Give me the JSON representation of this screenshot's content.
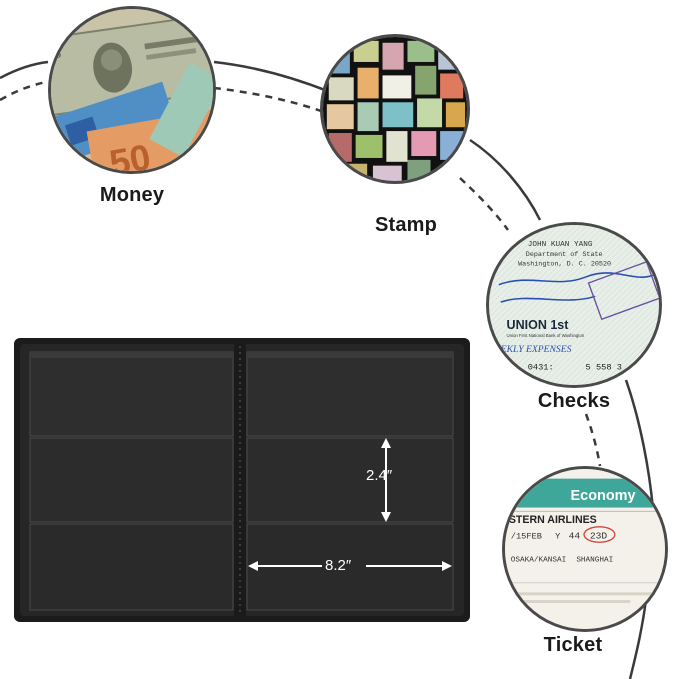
{
  "captions": {
    "money": "Money",
    "stamp": "Stamp",
    "checks": "Checks",
    "ticket": "Ticket"
  },
  "dimensions": {
    "height": "2.4″",
    "width": "8.2″"
  },
  "check": {
    "name": "JOHN KUAN YANG",
    "dept": "Department of State",
    "city": "Washington, D. C. 20520",
    "bank": "UNION 1st",
    "bank_sub": "Union First National Bank of Washington",
    "memo": "EKLY EXPENSES",
    "micr": "5 558 3",
    "micr_left": "0431:"
  },
  "ticket": {
    "class": "Economy",
    "airline": "STERN AIRLINES",
    "date": "/15FEB",
    "fare_class": "Y",
    "flight": "44",
    "seat": "23D",
    "from": "OSAKA/KANSAI",
    "to": "SHANGHAI"
  },
  "money": {
    "note": "50"
  },
  "colors": {
    "album": "#262626",
    "album_edge": "#111111",
    "pocket": "#2f2f2f",
    "arc": "#333333",
    "ticket_band": "#3fa79a"
  }
}
